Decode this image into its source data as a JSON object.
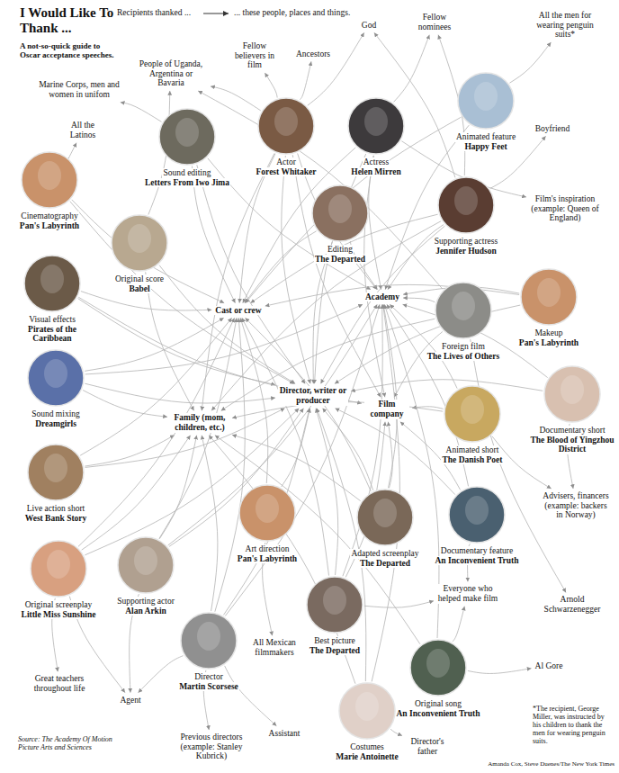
{
  "diagram": {
    "title": "I Would Like To Thank ...",
    "nodes": [
      {
        "text": [
          "God"
        ]
      },
      {
        "text": [
          "Fellow nominees"
        ]
      },
      {
        "text": [
          "All the men for wearing penguin suits*"
        ]
      },
      {
        "text": [
          "Fellow believers in film"
        ]
      },
      {
        "text": [
          "Ancestors"
        ]
      },
      {
        "text": [
          "People of Uganda, Argentina or Bavaria"
        ]
      },
      {
        "text": [
          "Marine Corps, men and women in unifom"
        ]
      },
      {
        "text": [
          "Animated feature",
          "Happy Feet"
        ]
      },
      {
        "text": [
          "Sound editing",
          "Letters From Iwo Jima"
        ]
      },
      {
        "text": [
          "Actor",
          "Forest Whitaker"
        ]
      },
      {
        "text": [
          "Actress",
          "Helen Mirren"
        ]
      },
      {
        "text": [
          "All the Latinos"
        ]
      },
      {
        "text": [
          "Boyfriend"
        ]
      },
      {
        "text": [
          "Cinematography",
          "Pan's Labyrinth"
        ]
      },
      {
        "text": [
          "Film's inspiration (example: Queen of England)"
        ]
      },
      {
        "text": [
          "Editing",
          "The Departed"
        ]
      },
      {
        "text": [
          "Supporting actress",
          "Jennifer Hudson"
        ]
      },
      {
        "text": [
          "Original score",
          "Babel"
        ]
      },
      {
        "text": [
          "Visual effects",
          "Pirates of the Caribbean"
        ]
      },
      {
        "text": [
          "Makeup",
          "Pan's Labyrinth"
        ]
      },
      {
        "text": [
          "Academy"
        ]
      },
      {
        "text": [
          "Cast or crew"
        ]
      },
      {
        "text": [
          "Foreign film",
          "The Lives of Others"
        ]
      },
      {
        "text": [
          "Sound mixing",
          "Dreamgirls"
        ]
      },
      {
        "text": [
          "Director, writer or producer"
        ]
      },
      {
        "text": [
          "Documentary short",
          "The Blood of Yingzhou District"
        ]
      },
      {
        "text": [
          "Film company"
        ]
      },
      {
        "text": [
          "Family (mom, children, etc.)"
        ]
      },
      {
        "text": [
          "Animated short",
          "The Danish Poet"
        ]
      },
      {
        "text": [
          "Live action short",
          "West Bank Story"
        ]
      },
      {
        "text": [
          "Advisers, financers (example: backers in Norway)"
        ]
      },
      {
        "text": [
          "Art direction",
          "Pan's Labyrinth"
        ]
      },
      {
        "text": [
          "Adapted screenplay",
          "The Departed"
        ]
      },
      {
        "text": [
          "Documentary feature",
          "An Inconvenient Truth"
        ]
      },
      {
        "text": [
          "Original screenplay",
          "Little Miss Sunshine"
        ]
      },
      {
        "text": [
          "Supporting actor",
          "Alan Arkin"
        ]
      },
      {
        "text": [
          "Everyone who helped make film"
        ]
      },
      {
        "text": [
          "Best picture",
          "The Departed"
        ]
      },
      {
        "text": [
          "Arnold Schwarzenegger"
        ]
      },
      {
        "text": [
          "Director",
          "Martin Scorsese"
        ]
      },
      {
        "text": [
          "All Mexican filmmakers"
        ]
      },
      {
        "text": [
          "Original song",
          "An Inconvenient Truth"
        ]
      },
      {
        "text": [
          "Al Gore"
        ]
      },
      {
        "text": [
          "Great teachers throughout life"
        ]
      },
      {
        "text": [
          "Agent"
        ]
      },
      {
        "text": [
          "Costumes",
          "Marie Antoinette"
        ]
      },
      {
        "text": [
          "Previous directors (example: Stanley Kubrick)"
        ]
      },
      {
        "text": [
          "Assistant"
        ]
      },
      {
        "text": [
          "Director's father"
        ]
      }
    ],
    "edges": [
      {
        "from": 8,
        "to": 6,
        "arrow": "to"
      },
      {
        "from": 8,
        "to": 21,
        "arrow": "to"
      },
      {
        "from": 8,
        "to": 20,
        "arrow": "to"
      },
      {
        "from": 8,
        "to": 24,
        "arrow": "to"
      },
      {
        "from": 9,
        "to": 5,
        "arrow": "to"
      },
      {
        "from": 9,
        "to": 3,
        "arrow": "to"
      },
      {
        "from": 9,
        "to": 4,
        "arrow": "to"
      },
      {
        "from": 9,
        "to": 0,
        "arrow": "to"
      },
      {
        "from": 9,
        "to": 20,
        "arrow": "to"
      },
      {
        "from": 9,
        "to": 27,
        "arrow": "to"
      },
      {
        "from": 9,
        "to": 24,
        "arrow": "to"
      },
      {
        "from": 9,
        "to": 26,
        "arrow": "to"
      },
      {
        "from": 9,
        "to": 21,
        "arrow": "to"
      },
      {
        "from": 10,
        "to": 1,
        "arrow": "to"
      },
      {
        "from": 10,
        "to": 14,
        "arrow": "to"
      },
      {
        "from": 10,
        "to": 20,
        "arrow": "to"
      },
      {
        "from": 10,
        "to": 21,
        "arrow": "to"
      },
      {
        "from": 10,
        "to": 24,
        "arrow": "to"
      },
      {
        "from": 10,
        "to": 26,
        "arrow": "to"
      },
      {
        "from": 7,
        "to": 2,
        "arrow": "to"
      },
      {
        "from": 7,
        "to": 20,
        "arrow": "to"
      },
      {
        "from": 7,
        "to": 21,
        "arrow": "to"
      },
      {
        "from": 13,
        "to": 11,
        "arrow": "to"
      },
      {
        "from": 13,
        "to": 21,
        "arrow": "to"
      },
      {
        "from": 13,
        "to": 24,
        "arrow": "to"
      },
      {
        "from": 15,
        "to": 24,
        "arrow": "to"
      },
      {
        "from": 15,
        "to": 21,
        "arrow": "to"
      },
      {
        "from": 15,
        "to": 20,
        "arrow": "to"
      },
      {
        "from": 16,
        "to": 12,
        "arrow": "to"
      },
      {
        "from": 16,
        "to": 0,
        "arrow": "to"
      },
      {
        "from": 16,
        "to": 27,
        "arrow": "to"
      },
      {
        "from": 16,
        "to": 20,
        "arrow": "to"
      },
      {
        "from": 16,
        "to": 24,
        "arrow": "to"
      },
      {
        "from": 16,
        "to": 1,
        "arrow": "to"
      },
      {
        "from": 16,
        "to": 21,
        "arrow": "to"
      },
      {
        "from": 17,
        "to": 5,
        "arrow": "to"
      },
      {
        "from": 17,
        "to": 27,
        "arrow": "to"
      },
      {
        "from": 17,
        "to": 24,
        "arrow": "to"
      },
      {
        "from": 18,
        "to": 21,
        "arrow": "to"
      },
      {
        "from": 18,
        "to": 24,
        "arrow": "to"
      },
      {
        "from": 18,
        "to": 26,
        "arrow": "to"
      },
      {
        "from": 19,
        "to": 20,
        "arrow": "to"
      },
      {
        "from": 19,
        "to": 24,
        "arrow": "to"
      },
      {
        "from": 19,
        "to": 21,
        "arrow": "to"
      },
      {
        "from": 22,
        "to": 5,
        "arrow": "to"
      },
      {
        "from": 22,
        "to": 20,
        "arrow": "to"
      },
      {
        "from": 22,
        "to": 26,
        "arrow": "to"
      },
      {
        "from": 22,
        "to": 27,
        "arrow": "to"
      },
      {
        "from": 22,
        "to": 38,
        "arrow": "to"
      },
      {
        "from": 23,
        "to": 20,
        "arrow": "to"
      },
      {
        "from": 23,
        "to": 21,
        "arrow": "to"
      },
      {
        "from": 23,
        "to": 24,
        "arrow": "to"
      },
      {
        "from": 23,
        "to": 27,
        "arrow": "to"
      },
      {
        "from": 25,
        "to": 30,
        "arrow": "to"
      },
      {
        "from": 25,
        "to": 20,
        "arrow": "to"
      },
      {
        "from": 25,
        "to": 24,
        "arrow": "to"
      },
      {
        "from": 28,
        "to": 30,
        "arrow": "to"
      },
      {
        "from": 28,
        "to": 26,
        "arrow": "to"
      },
      {
        "from": 28,
        "to": 20,
        "arrow": "to"
      },
      {
        "from": 28,
        "to": 27,
        "arrow": "to"
      },
      {
        "from": 29,
        "to": 27,
        "arrow": "to"
      },
      {
        "from": 29,
        "to": 21,
        "arrow": "to"
      },
      {
        "from": 29,
        "to": 24,
        "arrow": "to"
      },
      {
        "from": 31,
        "to": 40,
        "arrow": "to"
      },
      {
        "from": 31,
        "to": 24,
        "arrow": "to"
      },
      {
        "from": 31,
        "to": 21,
        "arrow": "to"
      },
      {
        "from": 32,
        "to": 24,
        "arrow": "to"
      },
      {
        "from": 32,
        "to": 26,
        "arrow": "to"
      },
      {
        "from": 32,
        "to": 27,
        "arrow": "to"
      },
      {
        "from": 32,
        "to": 20,
        "arrow": "to"
      },
      {
        "from": 32,
        "to": 21,
        "arrow": "to"
      },
      {
        "from": 33,
        "to": 36,
        "arrow": "to"
      },
      {
        "from": 33,
        "to": 20,
        "arrow": "to"
      },
      {
        "from": 33,
        "to": 24,
        "arrow": "to"
      },
      {
        "from": 33,
        "to": 26,
        "arrow": "to"
      },
      {
        "from": 34,
        "to": 43,
        "arrow": "to"
      },
      {
        "from": 34,
        "to": 27,
        "arrow": "to"
      },
      {
        "from": 34,
        "to": 44,
        "arrow": "to"
      },
      {
        "from": 34,
        "to": 21,
        "arrow": "to"
      },
      {
        "from": 34,
        "to": 24,
        "arrow": "to"
      },
      {
        "from": 35,
        "to": 44,
        "arrow": "to"
      },
      {
        "from": 35,
        "to": 27,
        "arrow": "to"
      },
      {
        "from": 35,
        "to": 21,
        "arrow": "to"
      },
      {
        "from": 35,
        "to": 24,
        "arrow": "to"
      },
      {
        "from": 35,
        "to": 20,
        "arrow": "to"
      },
      {
        "from": 37,
        "to": 36,
        "arrow": "to"
      },
      {
        "from": 37,
        "to": 24,
        "arrow": "to"
      },
      {
        "from": 37,
        "to": 26,
        "arrow": "to"
      },
      {
        "from": 37,
        "to": 20,
        "arrow": "to"
      },
      {
        "from": 37,
        "to": 21,
        "arrow": "to"
      },
      {
        "from": 39,
        "to": 46,
        "arrow": "to"
      },
      {
        "from": 39,
        "to": 27,
        "arrow": "to"
      },
      {
        "from": 39,
        "to": 47,
        "arrow": "to"
      },
      {
        "from": 39,
        "to": 44,
        "arrow": "to"
      },
      {
        "from": 39,
        "to": 21,
        "arrow": "to"
      },
      {
        "from": 39,
        "to": 20,
        "arrow": "to"
      },
      {
        "from": 39,
        "to": 24,
        "arrow": "to"
      },
      {
        "from": 41,
        "to": 42,
        "arrow": "to"
      },
      {
        "from": 41,
        "to": 36,
        "arrow": "to"
      },
      {
        "from": 41,
        "to": 20,
        "arrow": "to"
      },
      {
        "from": 41,
        "to": 27,
        "arrow": "to"
      },
      {
        "from": 45,
        "to": 48,
        "arrow": "to"
      },
      {
        "from": 45,
        "to": 24,
        "arrow": "to"
      },
      {
        "from": 45,
        "to": 27,
        "arrow": "to"
      },
      {
        "from": 45,
        "to": 20,
        "arrow": "to"
      }
    ],
    "labels": [
      "A not-so-quick guide to Oscar acceptance speeches.",
      "Recipients thanked ...",
      "... these people, places and things.",
      "*The recipient, George Miller, was instructed by his children to thank the men for wearing penguin suits.",
      "Source: The Academy Of Motion Picture Arts and Sciences",
      "Amanda Cox, Steve Duenes/The New York Times"
    ]
  }
}
